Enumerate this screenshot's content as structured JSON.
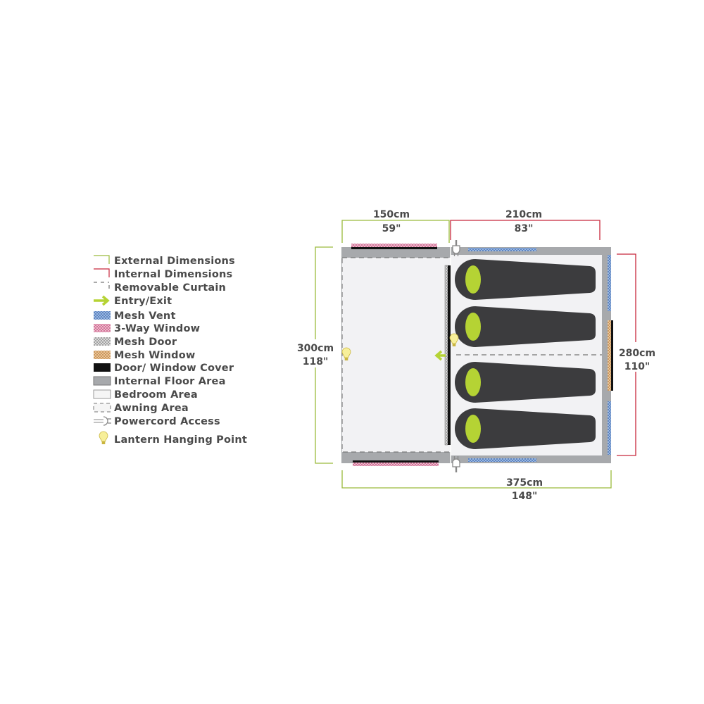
{
  "legend": {
    "items": [
      {
        "icon": "external-dimension-icon",
        "label": "External Dimensions"
      },
      {
        "icon": "internal-dimension-icon",
        "label": "Internal Dimensions"
      },
      {
        "icon": "removable-curtain-icon",
        "label": "Removable Curtain"
      },
      {
        "icon": "arrow-right-icon",
        "label": "Entry/Exit"
      },
      {
        "icon": "mesh-vent-swatch-icon",
        "label": "Mesh Vent"
      },
      {
        "icon": "three-way-window-swatch-icon",
        "label": "3-Way Window"
      },
      {
        "icon": "mesh-door-swatch-icon",
        "label": "Mesh Door"
      },
      {
        "icon": "mesh-window-swatch-icon",
        "label": "Mesh Window"
      },
      {
        "icon": "door-window-cover-swatch-icon",
        "label": "Door/ Window Cover"
      },
      {
        "icon": "internal-floor-swatch-icon",
        "label": "Internal Floor Area"
      },
      {
        "icon": "bedroom-swatch-icon",
        "label": "Bedroom Area"
      },
      {
        "icon": "awning-swatch-icon",
        "label": "Awning Area"
      },
      {
        "icon": "powercord-icon",
        "label": "Powercord Access"
      },
      {
        "icon": "lantern-icon",
        "label": "Lantern Hanging Point"
      }
    ]
  },
  "dimensions": {
    "awning_width": {
      "cm": "150cm",
      "in": "59\""
    },
    "bedroom_width": {
      "cm": "210cm",
      "in": "83\""
    },
    "external_depth": {
      "cm": "300cm",
      "in": "118\""
    },
    "internal_depth": {
      "cm": "280cm",
      "in": "110\""
    },
    "external_length": {
      "cm": "375cm",
      "in": "148\""
    }
  },
  "floorplan": {
    "sleeping_bags": 4
  },
  "colors": {
    "external": "#9bbb3c",
    "internal": "#c8283c",
    "floor": "#a7a9ac",
    "bedroom": "#f2f2f4",
    "bag": "#3c3c3e",
    "bag_head": "#b5d334",
    "mesh_vent": "#4f78b8",
    "three_way": "#d98aa6",
    "mesh_window": "#d2a16a",
    "lantern": "#f7ef9a"
  }
}
